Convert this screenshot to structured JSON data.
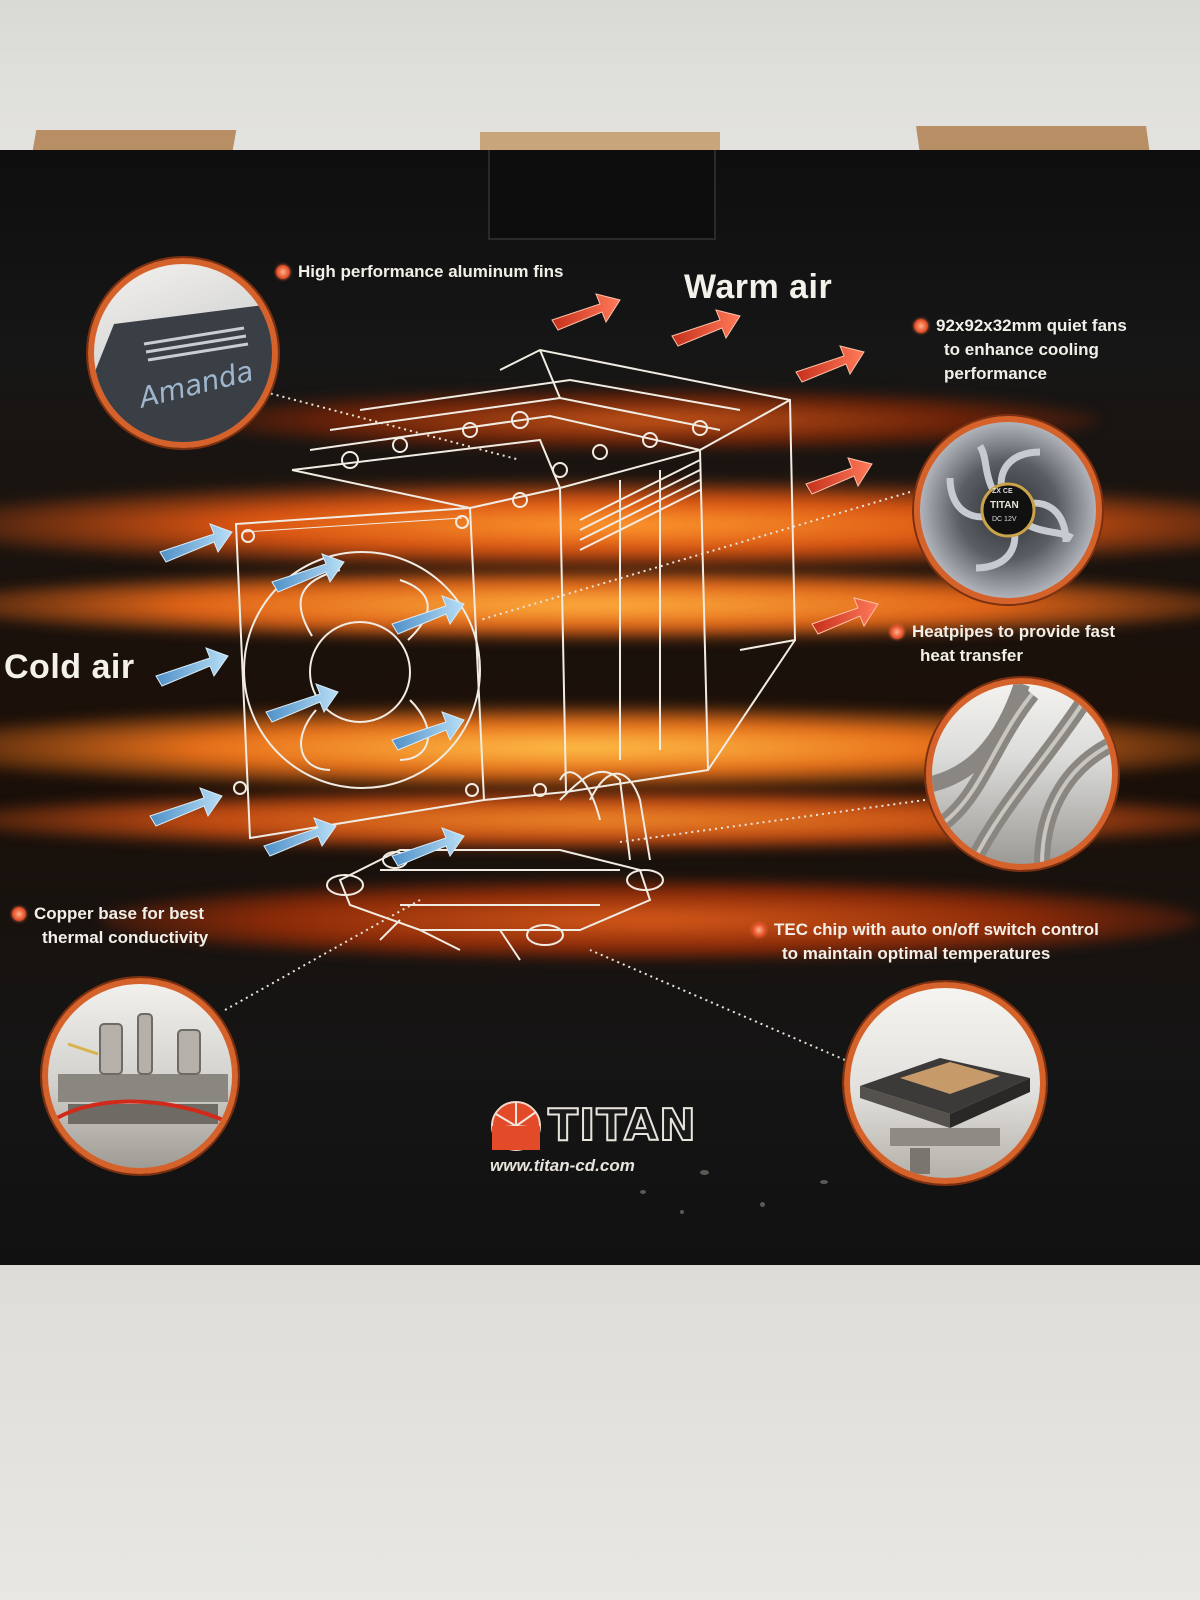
{
  "labels": {
    "fins": "High performance aluminum fins",
    "warm_air": "Warm air",
    "fans_line1": "92x92x32mm quiet fans",
    "fans_line2": "to enhance cooling",
    "fans_line3": "performance",
    "cold_air": "Cold air",
    "heatpipes_line1": "Heatpipes to provide fast",
    "heatpipes_line2": "heat transfer",
    "copper_line1": "Copper base for best",
    "copper_line2": "thermal conductivity",
    "tec_line1": "TEC chip with auto on/off switch control",
    "tec_line2": "to maintain optimal temperatures"
  },
  "photos": {
    "fins_text": "Amanda",
    "fan_hub_brand": "TITAN",
    "fan_hub_spec": "DC 12V",
    "fan_hub_marks": "ZX CE"
  },
  "brand": {
    "name": "TITAN",
    "url": "www.titan-cd.com"
  },
  "colors": {
    "accent_orange": "#e5502a",
    "photo_ring": "#d4622a",
    "cold_arrow": "#7ab8e0",
    "warm_arrow": "#e0472a"
  }
}
